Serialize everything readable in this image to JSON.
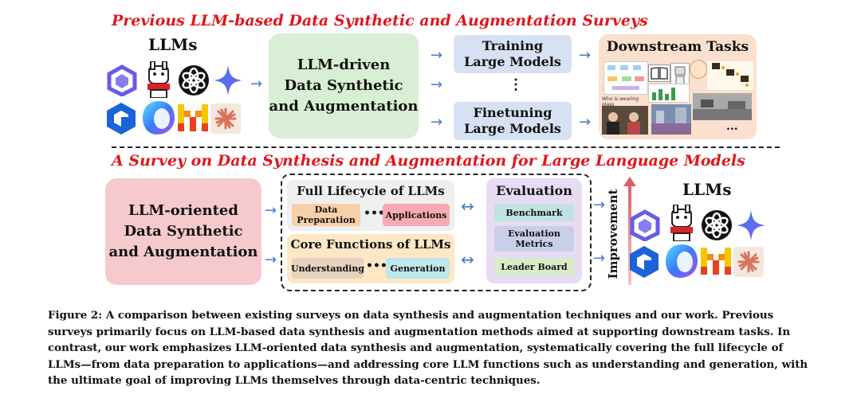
{
  "top": {
    "title": "Previous LLM-based Data Synthetic and  Augmentation Surveys",
    "llms_label": "LLMs",
    "center_box": [
      "LLM-driven",
      "Data Synthetic",
      "and Augmentation"
    ],
    "training_box": [
      "Training",
      "Large Models"
    ],
    "ellipsis": "⋮",
    "finetuning_box": [
      "Finetuning",
      "Large Models"
    ],
    "downstream_title": "Downstream  Tasks",
    "downstream_snippet": "Who is wearing glass",
    "downstream_dots": "..."
  },
  "bottom": {
    "title": "A Survey on Data Synthesis and Augmentation for Large Language Models",
    "left_box": [
      "LLM-oriented",
      "Data Synthetic",
      "and Augmentation"
    ],
    "lifecycle_title": "Full Lifecycle of LLMs",
    "data_prep": [
      "Data",
      "Preparation"
    ],
    "dots1": "•••",
    "applications": "Applications",
    "core_title": "Core Functions of LLMs",
    "understanding": "Understanding",
    "dots2": "•••",
    "generation": "Generation",
    "evaluation_title": "Evaluation",
    "benchmark": "Benchmark",
    "eval_metrics": [
      "Evaluation",
      "Metrics"
    ],
    "leader_board": "Leader Board",
    "improvement": "Improvement",
    "llms_label": "LLMs"
  },
  "caption": [
    "Figure 2: A comparison between existing surveys on data synthesis and augmentation techniques and our work. Previous",
    "surveys primarily focus on LLM-based data synthesis and augmentation methods aimed at supporting downstream tasks. In",
    "contrast, our work emphasizes LLM-oriented data synthesis and augmentation, systematically covering the full lifecycle of",
    "LLMs—from data preparation to applications—and addressing core LLM functions such as understanding and generation, with",
    "the ultimate goal of improving LLMs themselves through data-centric techniques."
  ],
  "colors": {
    "title_red": "#e0161b",
    "arrow_blue": "#4a78c8",
    "green_box": "#d9efd5",
    "blue_box": "#d6e1f3",
    "pink_box": "#f6c9cd",
    "peach_box": "#fbe0cf",
    "purple_box": "#e7dcf3"
  },
  "icons": [
    "qwen-logo-icon",
    "llama-logo-icon",
    "openai-logo-icon",
    "gemini-star-icon",
    "hexagon-logo-icon",
    "sphere-logo-icon",
    "mistral-logo-icon",
    "claude-sunburst-icon"
  ]
}
